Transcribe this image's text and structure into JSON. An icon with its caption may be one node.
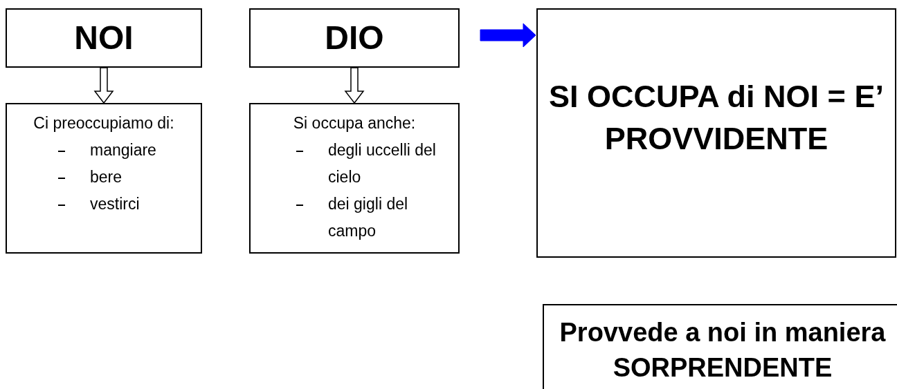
{
  "diagram": {
    "nodes": [
      {
        "text": [
          "NOI"
        ]
      },
      {
        "text": [
          "Ci preoccupiamo di:",
          "mangiare",
          "bere",
          "vestirci"
        ]
      },
      {
        "text": [
          "DIO"
        ]
      },
      {
        "text": [
          "Si occupa anche:",
          "degli uccelli del cielo",
          "dei gigli del campo"
        ]
      },
      {
        "text": [
          "SI OCCUPA di NOI = E’ PROVVIDENTE"
        ]
      },
      {
        "text": [
          "Provvede a noi in maniera SORPRENDENTE"
        ]
      }
    ],
    "edges": [
      {
        "from": 0,
        "to": 1,
        "arrow": "to"
      },
      {
        "from": 2,
        "to": 3,
        "arrow": "to"
      },
      {
        "from": 2,
        "to": 4,
        "arrow": "to",
        "color": "#0000ff"
      }
    ]
  }
}
